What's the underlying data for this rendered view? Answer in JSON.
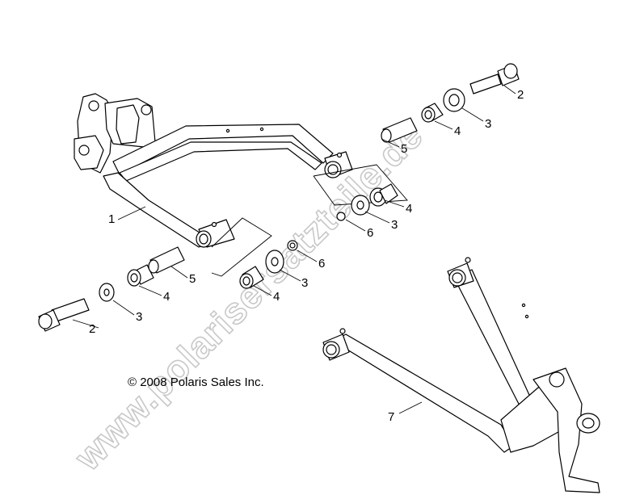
{
  "copyright": "© 2008 Polaris Sales Inc.",
  "watermark": "www.polarisersatzteile.de",
  "callouts": [
    {
      "id": "c1",
      "label": "1"
    },
    {
      "id": "c2a",
      "label": "2"
    },
    {
      "id": "c2b",
      "label": "2"
    },
    {
      "id": "c3a",
      "label": "3"
    },
    {
      "id": "c3b",
      "label": "3"
    },
    {
      "id": "c3c",
      "label": "3"
    },
    {
      "id": "c3d",
      "label": "3"
    },
    {
      "id": "c4a",
      "label": "4"
    },
    {
      "id": "c4b",
      "label": "4"
    },
    {
      "id": "c4c",
      "label": "4"
    },
    {
      "id": "c4d",
      "label": "4"
    },
    {
      "id": "c5a",
      "label": "5"
    },
    {
      "id": "c5b",
      "label": "5"
    },
    {
      "id": "c6a",
      "label": "6"
    },
    {
      "id": "c6b",
      "label": "6"
    },
    {
      "id": "c7",
      "label": "7"
    }
  ],
  "colors": {
    "line": "#000000",
    "background": "#ffffff",
    "watermark": "#c8c8c8"
  }
}
